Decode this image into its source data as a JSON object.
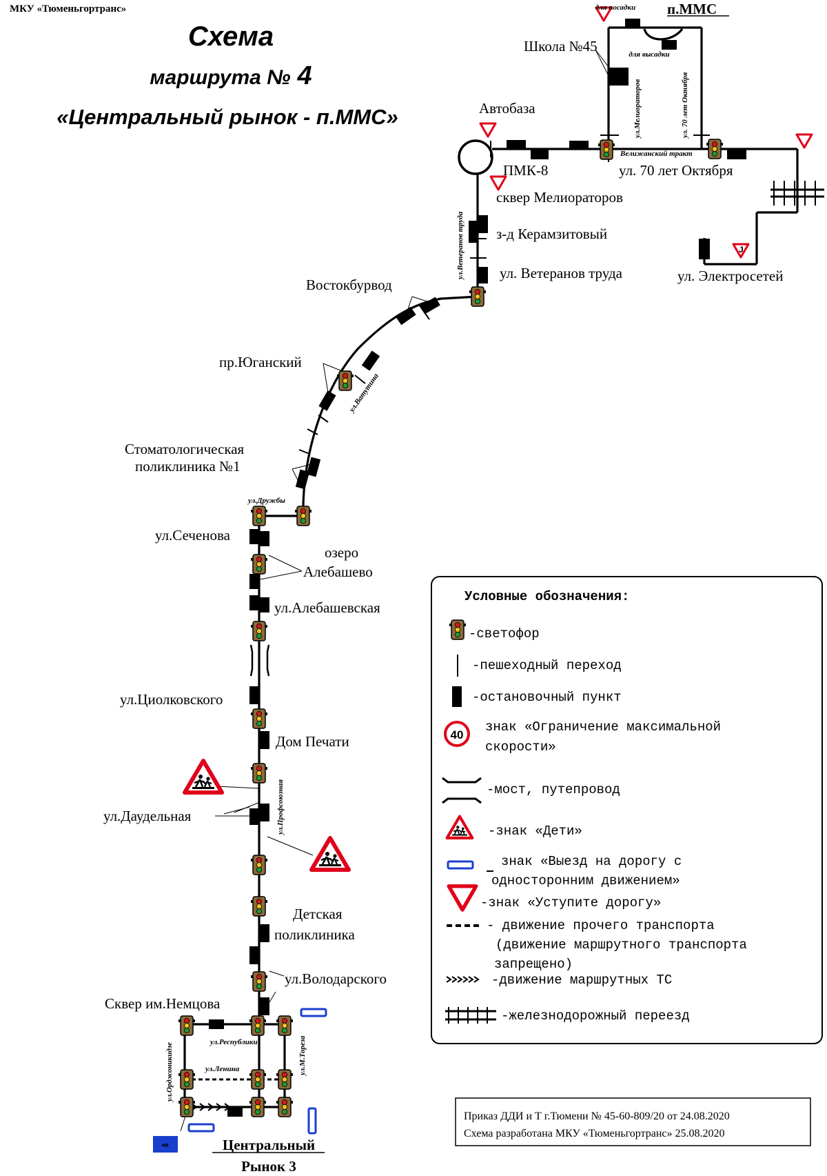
{
  "header": {
    "org": "МКУ «Тюменьгортранс»",
    "title": "Схема",
    "subtitle_prefix": "маршрута №",
    "route_number": "4",
    "route_name": "«Центральный рынок - п.ММС»"
  },
  "stops": {
    "mms": "п.ММС",
    "shkola45": "Школа №45",
    "avtobaza": "Автобаза",
    "pmk8": "ПМК-8",
    "skver_melioratorov": "сквер Мелиораторов",
    "keramzitovy": "з-д Керамзитовый",
    "veteranov_truda": "ул. Ветеранов труда",
    "vostokburvod": "Востокбурвод",
    "yuganskiy": "пр.Юганский",
    "stomatologicheskaya_1": "Стоматологическая",
    "stomatologicheskaya_2": "поликлиника №1",
    "sechenova": "ул.Сеченова",
    "ozero_1": "озеро",
    "ozero_2": "Алебашево",
    "alebashevskaya": "ул.Алебашевская",
    "tsiolkovskogo": "ул.Циолковского",
    "dom_pechati": "Дом Печати",
    "daudelnaya": "ул.Даудельная",
    "detskaya_1": "Детская",
    "detskaya_2": "поликлиника",
    "volodarskogo": "ул.Володарского",
    "skver_nemtsova": "Сквер им.Немцова",
    "let70": "ул. 70 лет Октября",
    "elektrosetey": "ул. Электросетей",
    "terminal_1": "Центральный",
    "terminal_2": "Рынок 3"
  },
  "streets": {
    "dlya_posadki": "для посадки",
    "dlya_vysadki": "для высадки",
    "melioratorov": "ул.Мелиораторов",
    "let70_okt": "ул. 70 лет Октября",
    "velizhansky": "Велижанский тракт",
    "veteranov_truda": "ул.Ветеранов труда",
    "vatutina": "ул.Ватутина",
    "druzhby": "ул.Дружбы",
    "profsoyuznaya": "ул.Профсоюзная",
    "respubliki": "ул.Республики",
    "lenina": "ул.Ленина",
    "ordzhonikidze": "ул.Орджоникидзе",
    "m_toreza": "ул.М.Тореза"
  },
  "legend": {
    "title": "Условные обозначения:",
    "traffic_light": "-светофор",
    "crosswalk": "-пешеходный переход",
    "bus_stop": "-остановочный пункт",
    "speed_sign_value": "40",
    "speed_limit_1": "знак «Ограничение максимальной",
    "speed_limit_2": "скорости»",
    "bridge": "-мост, путепровод",
    "children": "-знак «Дети»",
    "oneway_1": "знак «Выезд на дорогу с",
    "oneway_2": "односторонним движением»",
    "give_way": "-знак «Уступите дорогу»",
    "other_traffic_1": "- движение прочего транспорта",
    "other_traffic_2": "(движение маршрутного транспорта",
    "other_traffic_3": "запрещено)",
    "route_traffic": "-движение маршрутных ТС",
    "railway": "-железнодорожный переезд"
  },
  "footer": {
    "order": "Приказ ДДИ и Т г.Тюмени № 45-60-809/20 от 24.08.2020",
    "developed": "Схема разработана МКУ «Тюменьгортранс» 25.08.2020"
  },
  "colors": {
    "route_line": "#000000",
    "warning_red": "#e0001a",
    "oneway_blue": "#1a3fcf",
    "traffic_light_body": "#8a6a3a",
    "background": "#ffffff"
  }
}
